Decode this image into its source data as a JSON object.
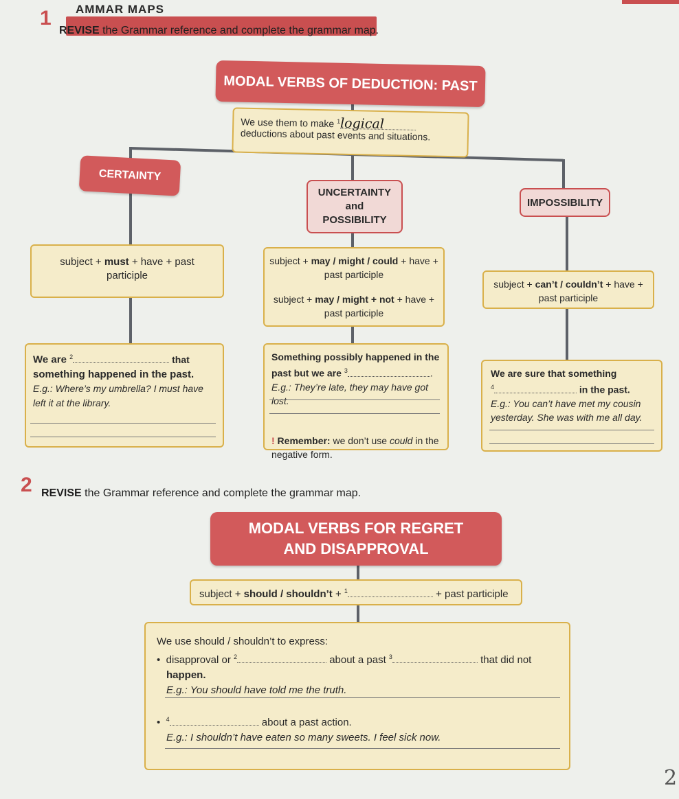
{
  "header": {
    "title": "AMMAR MAPS"
  },
  "ex1": {
    "number": "1",
    "instr_bold": "REVISE",
    "instr_rest": " the Grammar reference and complete the grammar map.",
    "title": "MODAL VERBS OF DEDUCTION: PAST",
    "intro_a": "We use them to make ",
    "intro_num": "1",
    "intro_answer": "logical",
    "intro_b": "deductions about past events and situations.",
    "certainty": {
      "heading": "CERTAINTY",
      "form_a": "subject + ",
      "form_bold": "must",
      "form_b": " + have + past",
      "form_c": "participle",
      "ex_a": "We are ",
      "ex_num": "2",
      "ex_b": "that",
      "ex_c": "something happened in the past.",
      "eg_a": "E.g.: Where’s my umbrella? I must have",
      "eg_b": "left it at the library."
    },
    "uncertainty": {
      "heading1": "UNCERTAINTY",
      "heading2": "and",
      "heading3": "POSSIBILITY",
      "form1_a": "subject + ",
      "form1_bold": "may / might / could",
      "form1_b": " + have +",
      "form1_c": "past participle",
      "form2_a": "subject + ",
      "form2_bold": "may / might + not",
      "form2_b": " + have +",
      "form2_c": "past participle",
      "ex_a": "Something possibly happened in the",
      "ex_b": "past but we are ",
      "ex_num": "3",
      "ex_dot": ".",
      "eg": "E.g.: They’re late, they may have got lost.",
      "remember_mark": "!",
      "remember_bold": " Remember:",
      "remember_a": " we don’t use ",
      "remember_it": "could",
      "remember_b": " in the",
      "remember_c": "negative form."
    },
    "impossibility": {
      "heading": "IMPOSSIBILITY",
      "form_a": "subject + ",
      "form_bold": "can’t / couldn’t",
      "form_b": " + have +",
      "form_c": "past participle",
      "ex_a": "We are sure that something",
      "ex_num": "4",
      "ex_b": "in the past.",
      "eg_a": "E.g.: You can’t have met my cousin",
      "eg_b": "yesterday. She was with me all day."
    }
  },
  "ex2": {
    "number": "2",
    "instr_bold": "REVISE",
    "instr_rest": " the Grammar reference and complete the grammar map.",
    "title1": "MODAL VERBS FOR REGRET",
    "title2": "AND DISAPPROVAL",
    "form_a": "subject + ",
    "form_bold": "should / shouldn’t",
    "form_b": " + ",
    "form_num": "1",
    "form_c": "+ past participle",
    "use": "We use should / shouldn’t to express:",
    "b1_a": "disapproval or ",
    "b1_num": "2",
    "b1_b": "about a past ",
    "b1_num2": "3",
    "b1_c": "that did not",
    "b1_d": "happen.",
    "eg1": "E.g.: You should have told me the truth.",
    "b2_num": "4",
    "b2_a": "about a past action.",
    "eg2": "E.g.: I shouldn’t have eaten so many sweets. I feel sick now.",
    "bullet": "•"
  },
  "margin_mark": "2"
}
